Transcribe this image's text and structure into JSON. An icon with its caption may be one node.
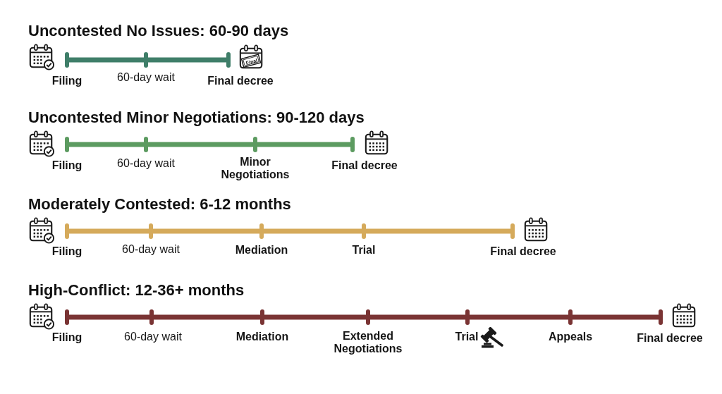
{
  "diagram": {
    "nodes": [
      {
        "text": [],
        "shape": "bar",
        "beside": [
          "Filing"
        ]
      },
      {
        "text": [],
        "shape": "bar",
        "beside": [
          "60-day wait"
        ]
      },
      {
        "text": [],
        "shape": "bar",
        "beside": [
          "Final decree"
        ]
      },
      {
        "text": [],
        "shape": "bar",
        "beside": [
          "Filing"
        ]
      },
      {
        "text": [],
        "shape": "bar",
        "beside": [
          "60-day wait"
        ]
      },
      {
        "text": [],
        "shape": "bar",
        "beside": [
          "Minor Negotiations"
        ]
      },
      {
        "text": [],
        "shape": "bar",
        "beside": [
          "Final decree"
        ]
      },
      {
        "text": [],
        "shape": "bar",
        "beside": [
          "Filing"
        ]
      },
      {
        "text": [],
        "shape": "bar",
        "beside": [
          "60-day wait"
        ]
      },
      {
        "text": [],
        "shape": "bar",
        "beside": [
          "Mediation"
        ]
      },
      {
        "text": [],
        "shape": "bar",
        "beside": [
          "Trial"
        ]
      },
      {
        "text": [],
        "shape": "bar",
        "beside": [
          "Final decree"
        ]
      },
      {
        "text": [],
        "shape": "bar",
        "beside": [
          "Filing"
        ]
      },
      {
        "text": [],
        "shape": "bar",
        "beside": [
          "60-day wait"
        ]
      },
      {
        "text": [],
        "shape": "bar",
        "beside": [
          "Mediation"
        ]
      },
      {
        "text": [],
        "shape": "bar",
        "beside": [
          "Extended Negotiations"
        ]
      },
      {
        "text": [],
        "shape": "bar",
        "beside": [
          "Trial"
        ]
      },
      {
        "text": [],
        "shape": "bar",
        "beside": [
          "Appeals"
        ]
      },
      {
        "text": [],
        "shape": "bar",
        "beside": [
          "Final decree"
        ]
      }
    ],
    "edges": [
      {
        "from": 0,
        "to": 1,
        "arrow": "none",
        "color": "#3f7e69"
      },
      {
        "from": 1,
        "to": 2,
        "arrow": "none",
        "color": "#3f7e69"
      },
      {
        "from": 3,
        "to": 4,
        "arrow": "none",
        "color": "#5c9b60"
      },
      {
        "from": 4,
        "to": 5,
        "arrow": "none",
        "color": "#5c9b60"
      },
      {
        "from": 5,
        "to": 6,
        "arrow": "none",
        "color": "#5c9b60"
      },
      {
        "from": 7,
        "to": 8,
        "arrow": "none",
        "color": "#d5aa5b"
      },
      {
        "from": 8,
        "to": 9,
        "arrow": "none",
        "color": "#d5aa5b"
      },
      {
        "from": 9,
        "to": 10,
        "arrow": "none",
        "color": "#d5aa5b"
      },
      {
        "from": 10,
        "to": 11,
        "arrow": "none",
        "color": "#d5aa5b"
      },
      {
        "from": 12,
        "to": 13,
        "arrow": "none",
        "color": "#7a3434"
      },
      {
        "from": 13,
        "to": 14,
        "arrow": "none",
        "color": "#7a3434"
      },
      {
        "from": 14,
        "to": 15,
        "arrow": "none",
        "color": "#7a3434"
      },
      {
        "from": 15,
        "to": 16,
        "arrow": "none",
        "color": "#7a3434"
      },
      {
        "from": 16,
        "to": 17,
        "arrow": "none",
        "color": "#7a3434"
      },
      {
        "from": 17,
        "to": 18,
        "arrow": "none",
        "color": "#7a3434"
      }
    ],
    "labels": [
      "Uncontested No Issues: 60-90 days",
      "Final",
      "Uncontested Minor Negotiations: 90-120 days",
      "Moderately Contested: 6-12 months",
      "High-Conflict: 12-36+ months"
    ]
  }
}
